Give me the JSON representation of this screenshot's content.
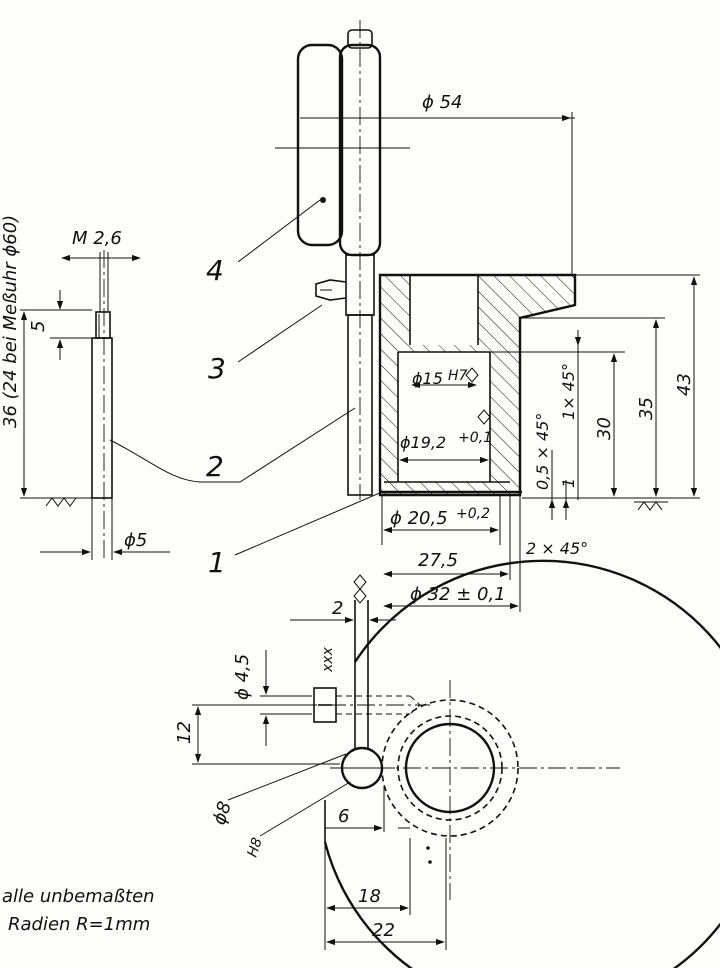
{
  "side_view": {
    "thread": "M 2,6",
    "height_dim": "36 (24 bei Meßuhr ϕ60)",
    "top_dim": "5",
    "dia_dim": "ϕ5"
  },
  "main_view": {
    "d54": "ϕ 54",
    "d15": "ϕ15",
    "d15_fit": "H7",
    "d19": "ϕ19,2",
    "d19_tol": "+0,1",
    "d20": "ϕ 20,5",
    "d20_tol": "+0,2",
    "d27": "27,5",
    "d32": "ϕ 32 ± 0,1",
    "h43": "43",
    "h35": "35",
    "h30": "30",
    "h1": "1",
    "c1": "1× 45°",
    "c05": "0,5 × 45°",
    "c2": "2 × 45°"
  },
  "callouts": {
    "p1": "1",
    "p2": "2",
    "p3": "3",
    "p4": "4"
  },
  "plan_view": {
    "d2": "2",
    "d45": "ϕ 4,5",
    "d12": "12",
    "d8": "ϕ8",
    "d8_fit": "H8",
    "d6": "6",
    "d18": "18",
    "d22": "22",
    "mark_xxx": "xxx"
  },
  "note": {
    "line1": "alle unbemaßten",
    "line2": "Radien R=1mm"
  }
}
